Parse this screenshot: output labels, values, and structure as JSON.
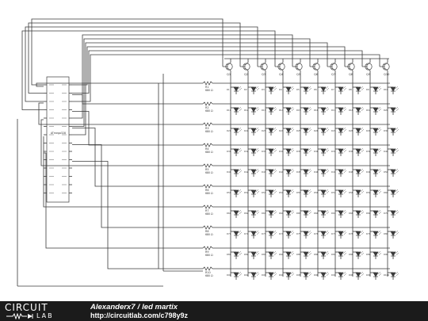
{
  "diagram": {
    "chip_label": "ATmega328",
    "resistor_value": "680 Ω",
    "resistors": [
      "R1",
      "R2",
      "R3",
      "R4",
      "R5",
      "R6",
      "R7",
      "R8",
      "R9",
      "R10"
    ],
    "transistors": [
      "Q1",
      "Q2",
      "Q3",
      "Q4",
      "Q5",
      "Q6",
      "Q7",
      "Q8",
      "Q9",
      "Q10"
    ],
    "colors": {
      "wire": "#3a3a3a",
      "background": "#ffffff"
    }
  },
  "footer": {
    "logo_top": "CIRCUIT",
    "logo_bottom": "LAB",
    "author": "Alexanderx7",
    "separator": "/",
    "title": "led martix",
    "url": "http://circuitlab.com/c798y9z"
  }
}
